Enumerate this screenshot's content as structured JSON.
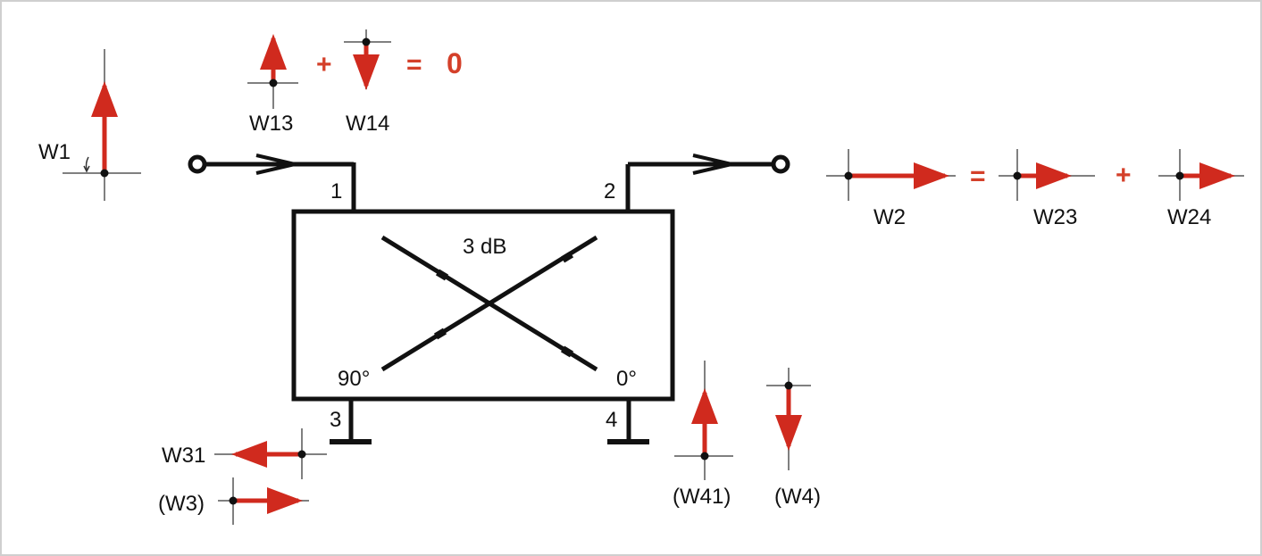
{
  "colors": {
    "vector_red": "#d02a1e",
    "operator_red": "#d4402a",
    "line_black": "#111111",
    "axis_gray": "#808080",
    "frame_border": "#cfcfcf",
    "background": "#ffffff"
  },
  "labels": {
    "w1": "W1",
    "w13": "W13",
    "w14": "W14",
    "plus": "+",
    "equals": "=",
    "zero": "0",
    "w2": "W2",
    "w23": "W23",
    "w24": "W24",
    "w31": "W31",
    "w3": "(W3)",
    "w41": "(W41)",
    "w4": "(W4)",
    "port1": "1",
    "port2": "2",
    "port3": "3",
    "port4": "4",
    "coupling": "3 dB",
    "phase_90": "90°",
    "phase_0": "0°"
  },
  "icons": {
    "phasor": "phasor-arrow-icon",
    "flow": "signal-flow-arrow-icon",
    "terminal": "port-terminal-icon",
    "ground": "termination-icon",
    "coupler": "hybrid-coupler-icon"
  }
}
